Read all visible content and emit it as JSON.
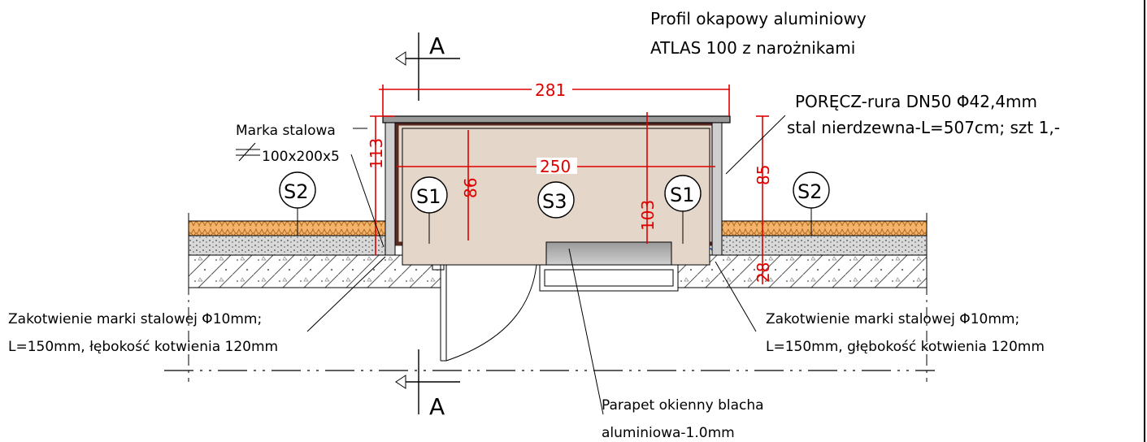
{
  "labels": {
    "gutter_profile_line1": "Profil okapowy aluminiowy",
    "gutter_profile_line2": "ATLAS 100 z narożnikami",
    "railing_line1": "PORĘCZ-rura DN50 Φ42,4mm",
    "railing_line2": "stal nierdzewna-L=507cm; szt 1,-",
    "steel_plate_line1": "Marka stalowa",
    "steel_plate_line2": "100x200x5",
    "anchor_left_line1": "Zakotwienie marki stalowej Φ10mm;",
    "anchor_left_line2": "L=150mm, łębokość kotwienia 120mm",
    "anchor_right_line1": "Zakotwienie marki stalowej Φ10mm;",
    "anchor_right_line2": "L=150mm, głębokość kotwienia 120mm",
    "sill_line1": "Parapet okienny blacha",
    "sill_line2": "aluminiowa-1.0mm"
  },
  "section_marks": {
    "top": "A",
    "bottom": "A"
  },
  "tags": {
    "s2_left": "S2",
    "s1_left": "S1",
    "s3": "S3",
    "s1_right": "S1",
    "s2_right": "S2"
  },
  "dimensions": {
    "outer_width": "281",
    "inner_width": "250",
    "left_height": "113",
    "inner_left_height": "86",
    "inner_right_height": "103",
    "right_height": "85",
    "right_bottom": "28"
  },
  "colors": {
    "dimension": "#e00000",
    "insulation": "#f4b36b",
    "planter_fill": "#e4d6c8",
    "planter_border": "#5a2a22",
    "blue_insulation": "#1e5fd8"
  }
}
